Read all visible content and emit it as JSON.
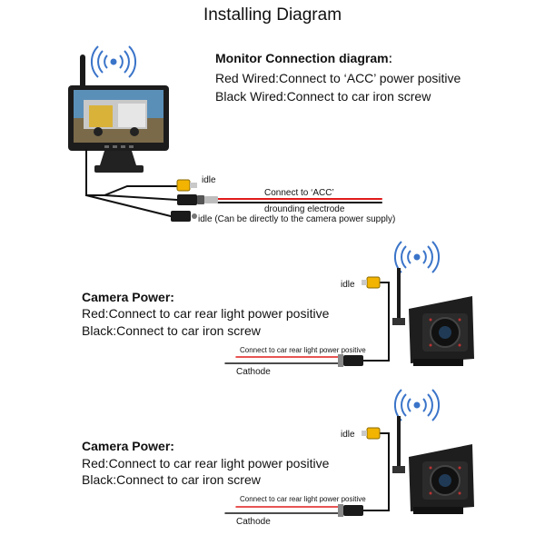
{
  "title": "Installing Diagram",
  "monitor": {
    "heading": "Monitor Connection diagramː",
    "red_wire": "Red Wired:Connect to ‘ACC’ power positive",
    "black_wire": "Black Wired:Connect to car iron screw",
    "idle_top": "idle",
    "acc_label": "Connect to ‘ACC’",
    "ground_label": "drounding electrode",
    "idle_bottom": "idle (Can be directly to the camera power supply)"
  },
  "cameras": [
    {
      "heading": "Camera Power:",
      "red": "Red:Connect to car rear light power positive",
      "black": "Black:Connect to car iron screw",
      "idle": "idle",
      "wire_label": "Connect to car rear light power positive",
      "cathode": "Cathode"
    },
    {
      "heading": "Camera Power:",
      "red": "Red:Connect to car rear light power positive",
      "black": "Black:Connect to car iron screw",
      "idle": "idle",
      "wire_label": "Connect to car rear light power positive",
      "cathode": "Cathode"
    }
  ],
  "icons": [
    "wifi-signal-icon",
    "monitor-with-antenna",
    "rear-camera-with-antenna",
    "rca-connector-icon"
  ],
  "colors": {
    "red_wire": "#e11b1b",
    "black_wire": "#111111",
    "rca_yellow": "#f2b400",
    "wifi_blue": "#3a74c9"
  }
}
